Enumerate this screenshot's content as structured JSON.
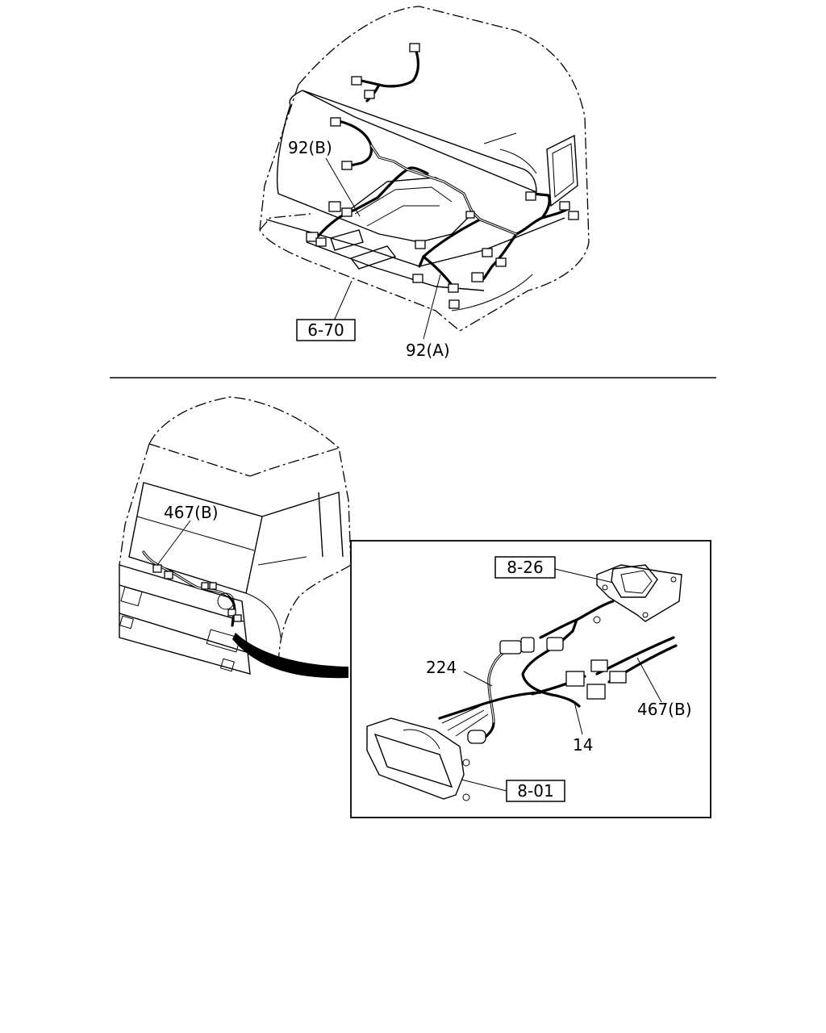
{
  "top_view": {
    "callouts": {
      "harness_b": "92(B)",
      "harness_a": "92(A)",
      "ref_box": "6-70"
    }
  },
  "bottom_view": {
    "callouts": {
      "cab_harness": "467(B)",
      "ref_module": "8-26",
      "harness_224": "224",
      "detail_harness": "467(B)",
      "harness_14": "14",
      "ref_lamp": "8-01"
    }
  }
}
